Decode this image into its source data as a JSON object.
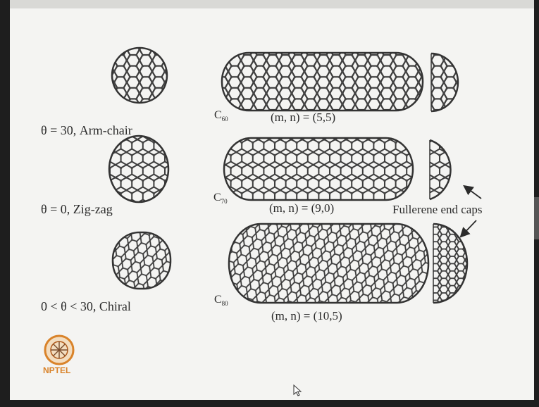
{
  "diagram": {
    "rows": [
      {
        "angle_label": "θ = 30, Arm-chair",
        "cluster": "C",
        "cluster_sub": "60",
        "indices": "(m, n) = (5,5)"
      },
      {
        "angle_label": "θ = 0, Zig-zag",
        "cluster": "C",
        "cluster_sub": "70",
        "indices": "(m, n) = (9,0)"
      },
      {
        "angle_label": "0 < θ < 30, Chiral",
        "cluster": "C",
        "cluster_sub": "80",
        "indices": "(m, n) = (10,5)"
      }
    ],
    "end_caps_label": "Fullerene end caps"
  },
  "logo": {
    "text": "NPTEL"
  },
  "colors": {
    "ink": "#3a3a3a",
    "slide": "#f4f4f2",
    "logo_orange": "#d9832a"
  }
}
